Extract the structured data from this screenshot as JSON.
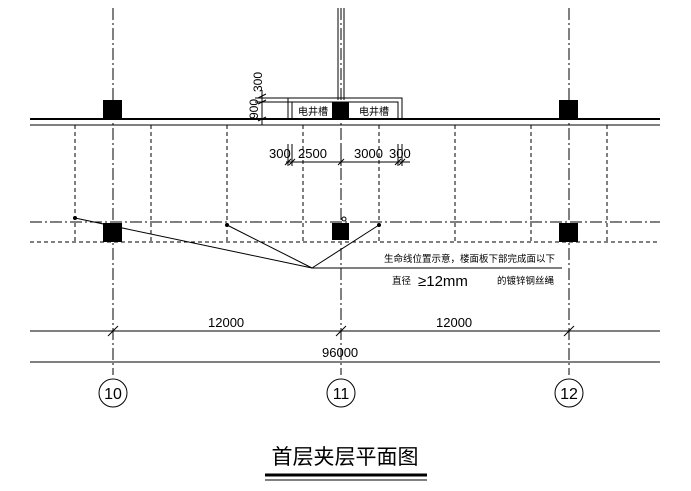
{
  "drawing_title": "首层夹层平面图",
  "axes": [
    "10",
    "11",
    "12"
  ],
  "shaft_labels": [
    "电井槽",
    "电井槽"
  ],
  "vertical_dims": [
    "300",
    "900"
  ],
  "shaft_dims": [
    "300",
    "2500",
    "3000",
    "300"
  ],
  "bay_dims": [
    "12000",
    "12000"
  ],
  "overall_dim": "96000",
  "note": {
    "line1": "生命线位置示意，楼面板下部完成面以下",
    "line2_prefix": "直径",
    "line2_size": "≥12mm",
    "line2_suffix": "的镀锌钢丝绳"
  }
}
